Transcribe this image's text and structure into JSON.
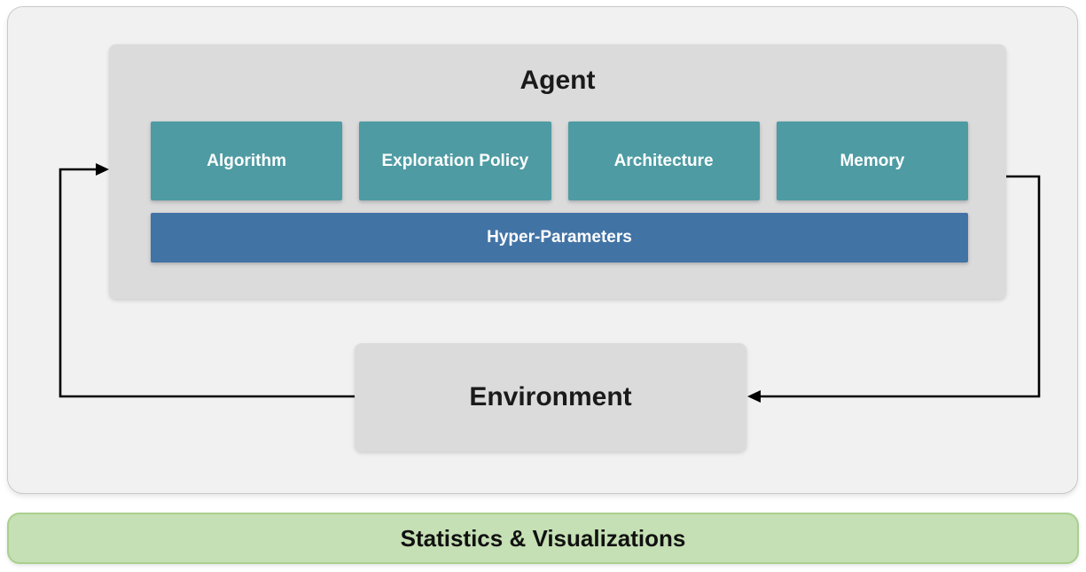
{
  "diagram": {
    "agent": {
      "title": "Agent",
      "components": [
        {
          "label": "Algorithm"
        },
        {
          "label": "Exploration Policy"
        },
        {
          "label": "Architecture"
        },
        {
          "label": "Memory"
        }
      ],
      "hyper_parameters": "Hyper-Parameters"
    },
    "environment": {
      "label": "Environment"
    },
    "footer": {
      "label": "Statistics & Visualizations"
    },
    "colors": {
      "teal": "#4e9ba3",
      "blue": "#4273a5",
      "panel_bg": "#dbdbdb",
      "outer_bg": "#f1f1f1",
      "outer_border": "#c9c9c9",
      "green_bg": "#c5e0b4",
      "green_border": "#a9d08e",
      "arrow": "#000000"
    }
  }
}
